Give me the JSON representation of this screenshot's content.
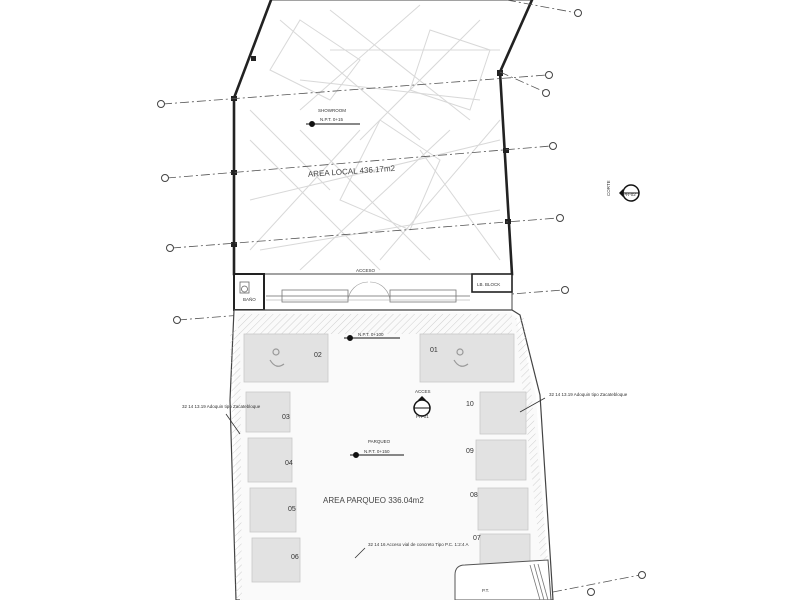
{
  "plan": {
    "local": {
      "room_name": "SHOWROOM",
      "room_level": "N.P.T. 0+15",
      "area_label": "AREA LOCAL 436.17m2",
      "access_label": "ACCESO",
      "bath_label": "BAÑO",
      "block_label": "LB. BLOCK"
    },
    "parking": {
      "top_level": "N.P.T. 0+100",
      "room_name": "PARQUEO",
      "room_level": "N.P.T. 0+150",
      "area_label": "AREA PARQUEO 336.04m2",
      "ramp_tag": "ACCES",
      "ramp_code": "PR-01",
      "note_left": "32 14 13.19 Adoquin tipo Zacatebloque",
      "note_right": "32 14 13.19 Adoquin tipo Zacatebloque",
      "note_bottom": "32 14 16 Acceso vial de concreto Tipo P.C. 1:2:4 A",
      "stall_numbers": [
        "02",
        "01",
        "03",
        "10",
        "04",
        "09",
        "05",
        "08",
        "06",
        "07"
      ]
    },
    "side_tag": {
      "text": "CORTE",
      "code": "PR-02"
    },
    "bottom_tag": "P.T."
  }
}
